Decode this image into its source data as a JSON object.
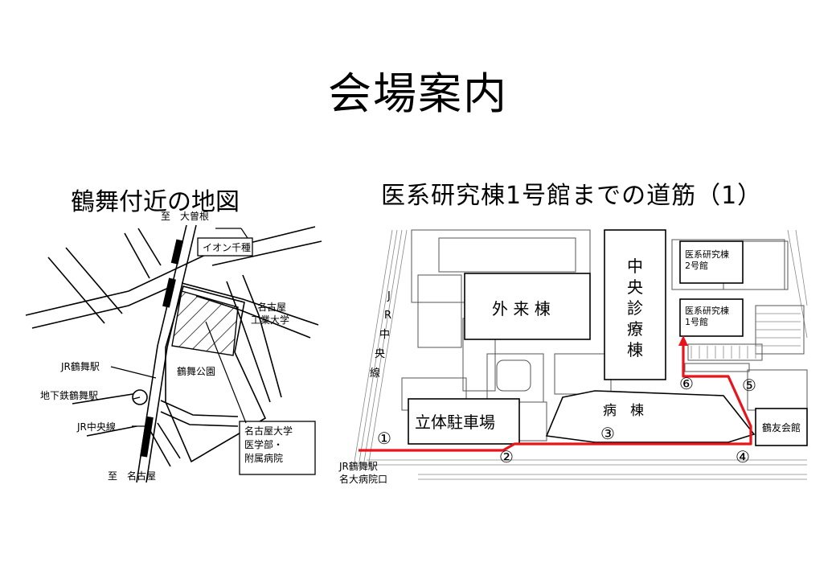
{
  "title": "会場案内",
  "left_map": {
    "heading": "鶴舞付近の地図",
    "labels": {
      "to_ozone": "至　大曽根",
      "aeon": "イオン千種",
      "nit_1": "名古屋",
      "nit_2": "工業大学",
      "jr_station": "JR鶴舞駅",
      "park": "鶴舞公園",
      "subway_station": "地下鉄鶴舞駅",
      "jr_line": "JR中央線",
      "nu_1": "名古屋大学",
      "nu_2": "医学部・",
      "nu_3": "附属病院",
      "to_nagoya": "至　名古屋"
    }
  },
  "right_map": {
    "heading": "医系研究棟1号館までの道筋（1）",
    "labels": {
      "jr_vertical": [
        "J",
        "R",
        "中",
        "央",
        "線"
      ],
      "outpatient": "外 来 棟",
      "central": [
        "中",
        "央",
        "診",
        "療",
        "棟"
      ],
      "research2_1": "医系研究棟",
      "research2_2": "2号館",
      "research1_1": "医系研究棟",
      "research1_2": "1号館",
      "parking": "立体駐車場",
      "ward": "病　棟",
      "kakuyu": "鶴友会館",
      "station_1": "JR鶴舞駅",
      "station_2": "名大病院口"
    },
    "markers": [
      "①",
      "②",
      "③",
      "④",
      "⑤",
      "⑥"
    ],
    "route_color": "#e8141c"
  }
}
